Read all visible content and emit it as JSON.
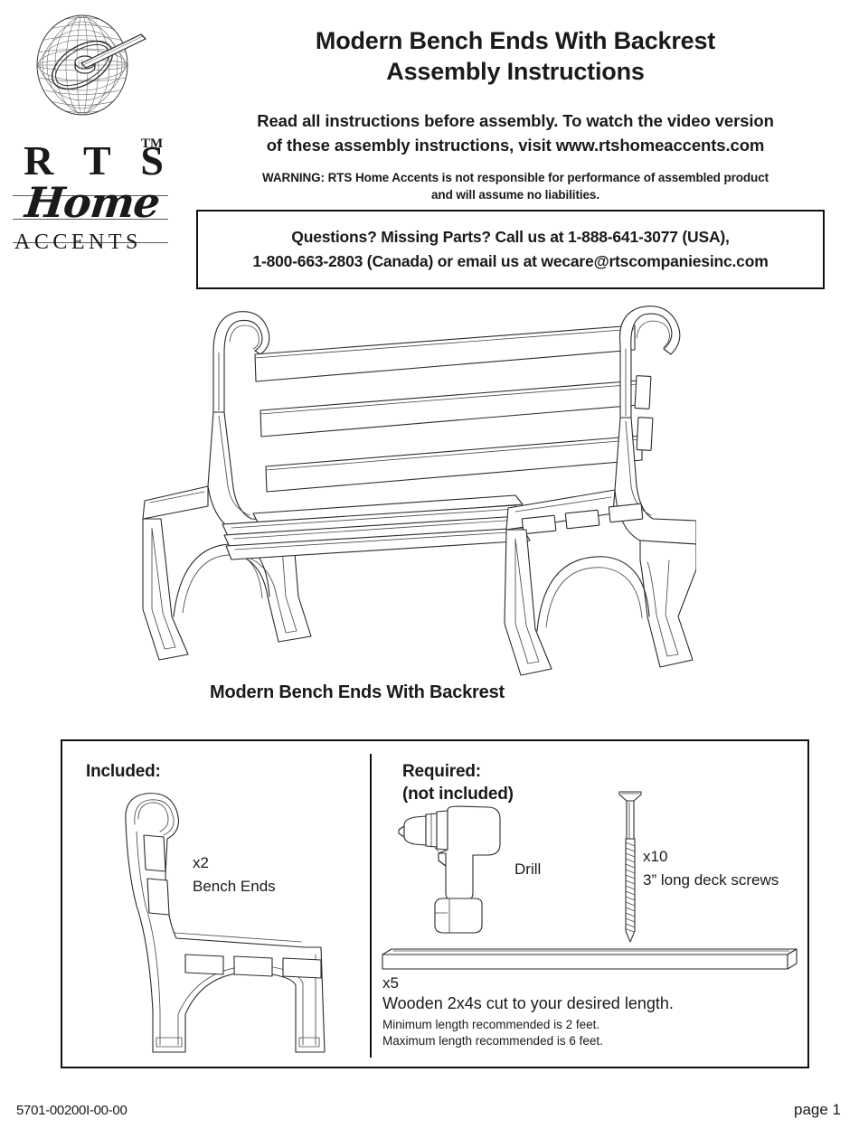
{
  "header": {
    "logo": {
      "brand_line1": "R T S",
      "brand_line2": "Home",
      "brand_line3": "ACCENTS",
      "trademark": "TM"
    },
    "title_line1": "Modern Bench Ends With Backrest",
    "title_line2": "Assembly Instructions",
    "subtitle_line1": "Read all instructions before assembly. To watch the video version",
    "subtitle_line2": "of these assembly instructions, visit www.rtshomeaccents.com",
    "warning_line1": "WARNING: RTS Home Accents is not responsible for performance of assembled product",
    "warning_line2": "and will assume no liabilities.",
    "contact_line1": "Questions? Missing Parts? Call us at 1-888-641-3077 (USA),",
    "contact_line2": "1-800-663-2803 (Canada) or email us at wecare@rtscompaniesinc.com"
  },
  "figure": {
    "caption": "Modern Bench Ends With Backrest"
  },
  "parts": {
    "included_heading": "Included:",
    "required_heading_line1": "Required:",
    "required_heading_line2": "(not included)",
    "bench_ends": {
      "qty": "x2",
      "label": "Bench Ends"
    },
    "drill": {
      "label": "Drill"
    },
    "screws": {
      "qty": "x10",
      "label": "3” long deck screws"
    },
    "lumber": {
      "qty": "x5",
      "description": "Wooden 2x4s cut to your desired length.",
      "min_note": "Minimum length recommended is 2 feet.",
      "max_note": "Maximum length recommended is 6 feet."
    }
  },
  "footer": {
    "part_number": "5701-00200I-00-00",
    "page": "page 1"
  }
}
